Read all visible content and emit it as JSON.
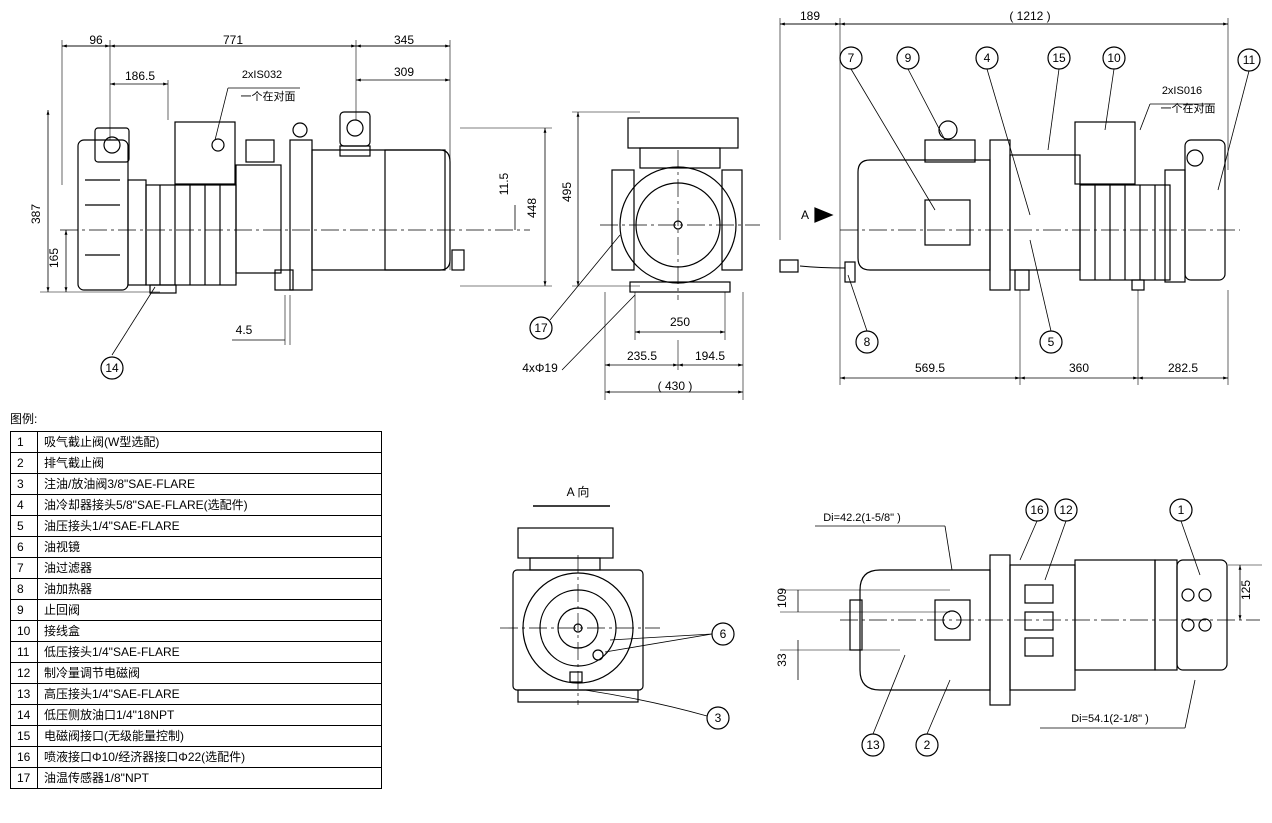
{
  "legend": {
    "title": "图例:",
    "items": [
      {
        "no": "1",
        "text": "吸气截止阀(W型选配)"
      },
      {
        "no": "2",
        "text": "排气截止阀"
      },
      {
        "no": "3",
        "text": "注油/放油阀3/8\"SAE-FLARE"
      },
      {
        "no": "4",
        "text": "油冷却器接头5/8\"SAE-FLARE(选配件)"
      },
      {
        "no": "5",
        "text": "油压接头1/4\"SAE-FLARE"
      },
      {
        "no": "6",
        "text": "油视镜"
      },
      {
        "no": "7",
        "text": "油过滤器"
      },
      {
        "no": "8",
        "text": "油加热器"
      },
      {
        "no": "9",
        "text": "止回阀"
      },
      {
        "no": "10",
        "text": "接线盒"
      },
      {
        "no": "11",
        "text": "低压接头1/4\"SAE-FLARE"
      },
      {
        "no": "12",
        "text": "制冷量调节电磁阀"
      },
      {
        "no": "13",
        "text": "高压接头1/4\"SAE-FLARE"
      },
      {
        "no": "14",
        "text": "低压侧放油口1/4\"18NPT"
      },
      {
        "no": "15",
        "text": "电磁阀接口(无级能量控制)"
      },
      {
        "no": "16",
        "text": "喷液接口Φ10/经济器接口Φ22(选配件)"
      },
      {
        "no": "17",
        "text": "油温传感器1/8\"NPT"
      }
    ]
  },
  "side_view_left": {
    "dim_96": "96",
    "dim_771": "771",
    "dim_345": "345",
    "dim_309": "309",
    "dim_186_5": "186.5",
    "note_is032": "2xIS032",
    "note_opposite": "一个在对面",
    "dim_387": "387",
    "dim_165": "165",
    "dim_11_5": "11.5",
    "dim_448": "448",
    "dim_4_5": "4.5",
    "callout_14": "14"
  },
  "end_view": {
    "dim_495": "495",
    "dim_250": "250",
    "dim_235_5": "235.5",
    "dim_194_5": "194.5",
    "dim_430": "( 430 )",
    "holes": "4xΦ19",
    "callout_17": "17"
  },
  "side_view_right": {
    "dim_189": "189",
    "dim_1212": "( 1212 )",
    "note_is016": "2xIS016",
    "note_opposite": "一个在对面",
    "arrow_a": "A",
    "dim_569_5": "569.5",
    "dim_360": "360",
    "dim_282_5": "282.5",
    "callouts": {
      "c7": "7",
      "c9": "9",
      "c4": "4",
      "c15": "15",
      "c10": "10",
      "c11": "11",
      "c8": "8",
      "c5": "5"
    }
  },
  "view_a": {
    "title": "A 向",
    "callout_6": "6",
    "callout_3": "3"
  },
  "top_view": {
    "di_suction_top": "Di=42.2(1-5/8\" )",
    "di_bottom": "Di=54.1(2-1/8\" )",
    "dim_109": "109",
    "dim_33": "33",
    "dim_125": "125",
    "callouts": {
      "c16": "16",
      "c12": "12",
      "c1": "1",
      "c13": "13",
      "c2": "2"
    }
  }
}
